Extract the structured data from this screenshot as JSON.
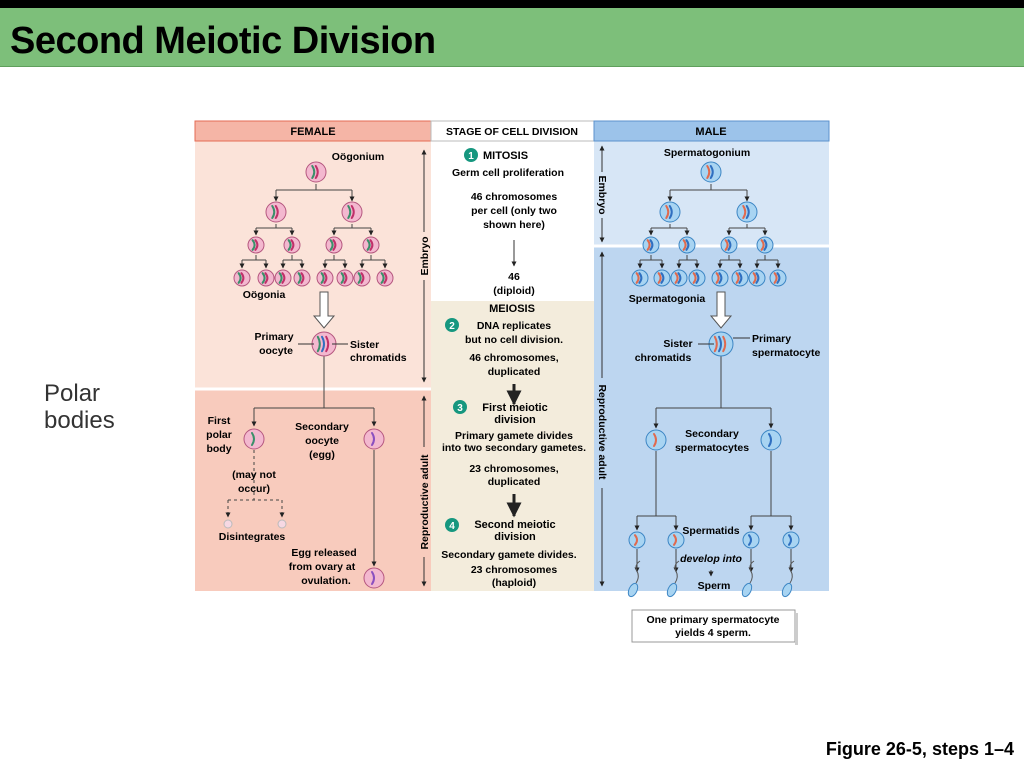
{
  "title": "Second Meiotic Division",
  "side_label": [
    "Polar",
    "bodies"
  ],
  "caption": "Figure 26-5, steps 1–4",
  "colors": {
    "title_bar": "#7dbf7a",
    "female_header": "#f5b5a6",
    "female_embryo_bg": "#fbe3d9",
    "female_adult_bg": "#f8cbbd",
    "stage_mitosis_bg": "#ffffff",
    "stage_meiosis_bg": "#f3ecdc",
    "male_header": "#9cc3ea",
    "male_embryo_bg": "#d7e6f6",
    "male_adult_bg": "#bdd6f0",
    "step_badge": "#16977f"
  },
  "diagram": {
    "headers": {
      "female": "FEMALE",
      "stage": "STAGE OF CELL DIVISION",
      "male": "MALE"
    },
    "female": {
      "oogonium": "Oögonium",
      "oogonia": "Oögonia",
      "primary_oocyte": [
        "Primary",
        "oocyte"
      ],
      "sister_chromatids": [
        "Sister",
        "chromatids"
      ],
      "embryo": "Embryo",
      "reproductive_adult": "Reproductive adult",
      "first_polar_body": [
        "First",
        "polar",
        "body"
      ],
      "secondary_oocyte": [
        "Secondary",
        "oocyte",
        "(egg)"
      ],
      "may_not_occur": [
        "(may not",
        "occur)"
      ],
      "disintegrates": "Disintegrates",
      "egg_released": [
        "Egg released",
        "from ovary at",
        "ovulation."
      ]
    },
    "stage": {
      "steps": [
        {
          "num": "1",
          "title": "MITOSIS",
          "desc": [
            "Germ cell proliferation"
          ],
          "note": [
            "46 chromosomes",
            "per cell (only two",
            "shown here)"
          ],
          "result": [
            "46",
            "(diploid)"
          ]
        },
        {
          "num": "2",
          "title": "DNA replicates",
          "title2": "but no cell division.",
          "desc": [
            "46 chromosomes,",
            "duplicated"
          ]
        },
        {
          "num": "3",
          "title": "First meiotic",
          "title2": "division",
          "desc": [
            "Primary gamete divides",
            "into two secondary gametes."
          ],
          "note": [
            "23 chromosomes,",
            "duplicated"
          ]
        },
        {
          "num": "4",
          "title": "Second meiotic",
          "title2": "division",
          "desc": [
            "Secondary gamete divides."
          ],
          "note": [
            "23 chromosomes",
            "(haploid)"
          ]
        }
      ],
      "meiosis_label": "MEIOSIS"
    },
    "male": {
      "spermatogonium": "Spermatogonium",
      "spermatogonia": "Spermatogonia",
      "embryo": "Embryo",
      "reproductive_adult": "Reproductive adult",
      "sister_chromatids": [
        "Sister",
        "chromatids"
      ],
      "primary_spermatocyte": [
        "Primary",
        "spermatocyte"
      ],
      "secondary_spermatocytes": [
        "Secondary",
        "spermatocytes"
      ],
      "spermatids": "Spermatids",
      "develop_into": "develop into",
      "sperm": "Sperm",
      "summary": [
        "One primary spermatocyte",
        "yields 4 sperm."
      ]
    }
  }
}
